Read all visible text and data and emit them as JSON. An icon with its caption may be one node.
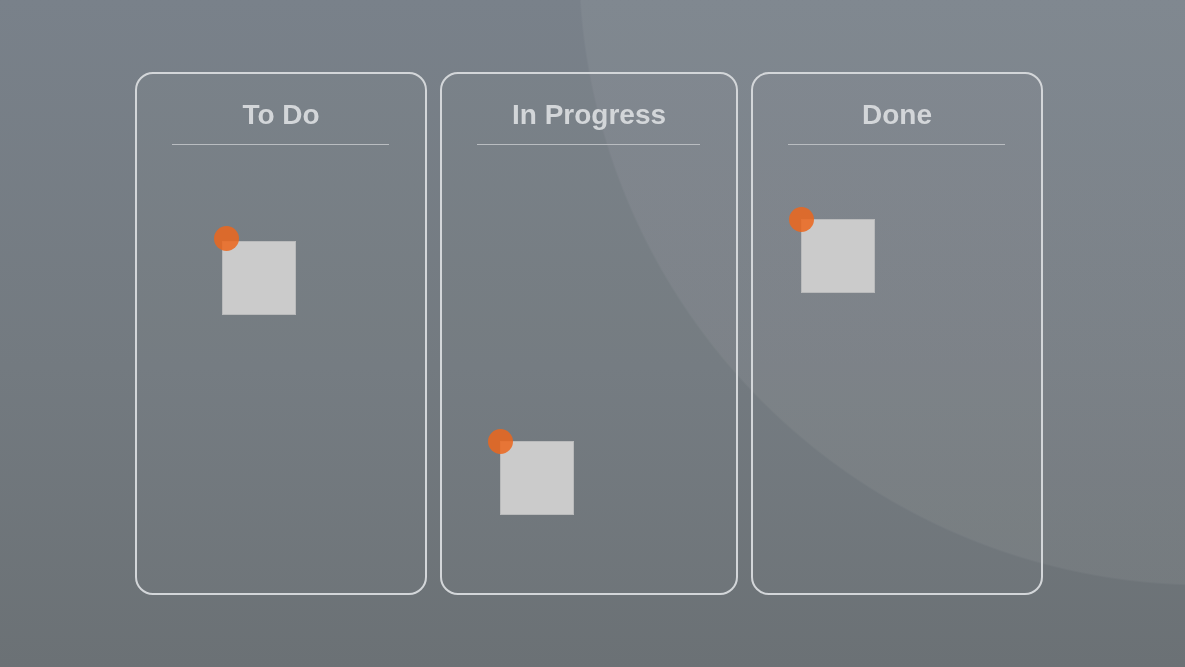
{
  "diagram": {
    "nodes": [
      {
        "text": [
          "To Do"
        ]
      },
      {
        "text": [
          "In Progress"
        ]
      },
      {
        "text": [
          "Done"
        ]
      },
      {
        "text": [],
        "shape": "box",
        "in": 0
      },
      {
        "text": [],
        "shape": "box",
        "in": 1
      },
      {
        "text": [],
        "shape": "box",
        "in": 2
      }
    ]
  }
}
